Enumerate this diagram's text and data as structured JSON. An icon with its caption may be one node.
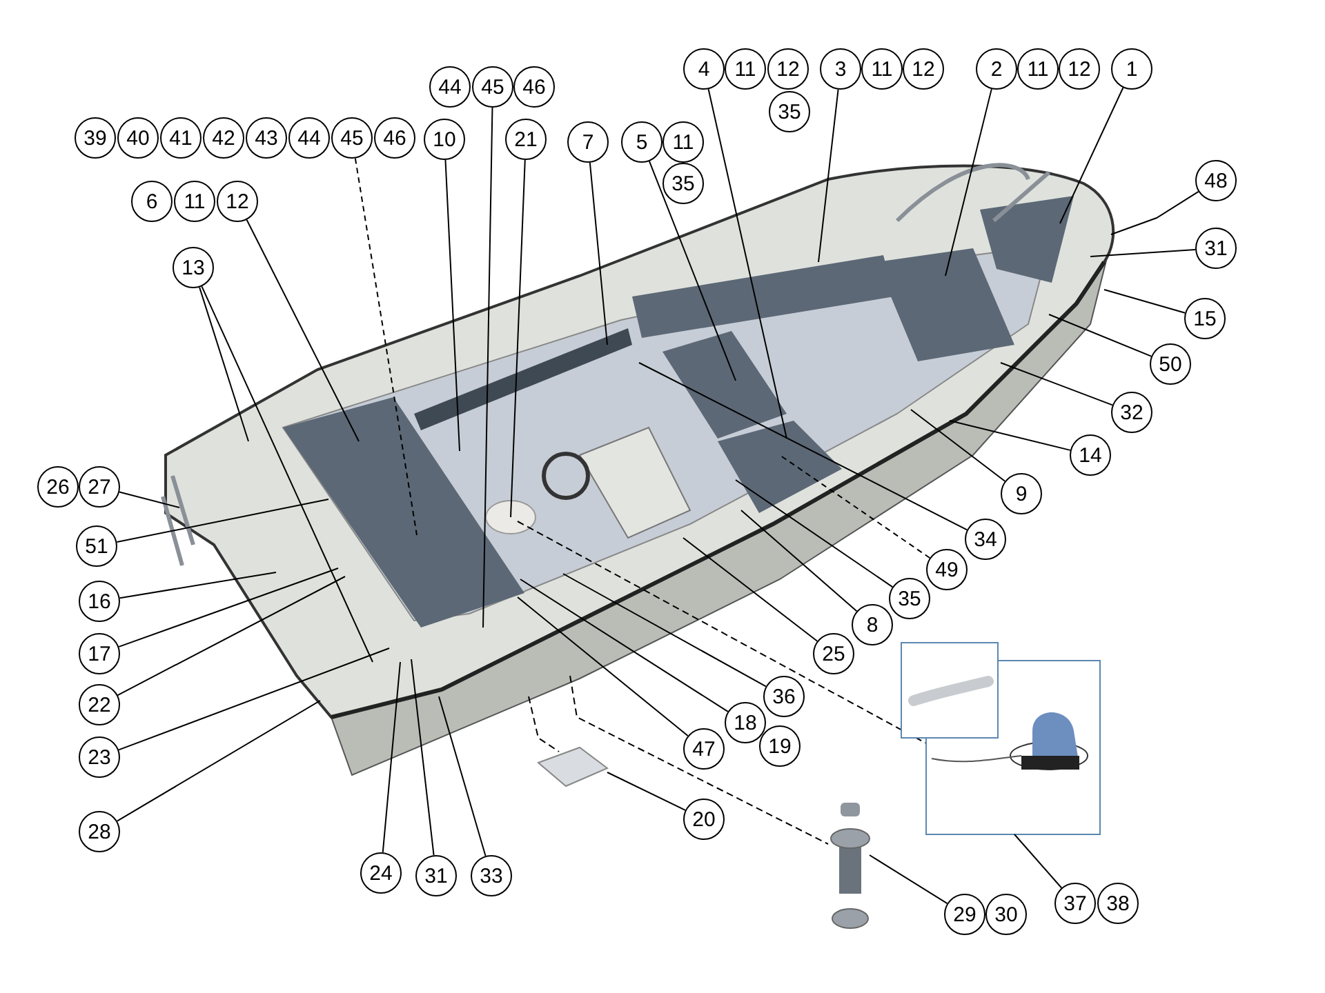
{
  "diagram": {
    "nodes": [
      {
        "text": [
          "4"
        ]
      },
      {
        "text": [
          "11"
        ]
      },
      {
        "text": [
          "12"
        ]
      },
      {
        "text": [
          "3"
        ]
      },
      {
        "text": [
          "11"
        ]
      },
      {
        "text": [
          "12"
        ]
      },
      {
        "text": [
          "2"
        ]
      },
      {
        "text": [
          "11"
        ]
      },
      {
        "text": [
          "12"
        ]
      },
      {
        "text": [
          "1"
        ]
      },
      {
        "text": [
          "44"
        ]
      },
      {
        "text": [
          "45"
        ]
      },
      {
        "text": [
          "46"
        ]
      },
      {
        "text": [
          "35"
        ]
      },
      {
        "text": [
          "39"
        ]
      },
      {
        "text": [
          "40"
        ]
      },
      {
        "text": [
          "41"
        ]
      },
      {
        "text": [
          "42"
        ]
      },
      {
        "text": [
          "43"
        ]
      },
      {
        "text": [
          "44"
        ]
      },
      {
        "text": [
          "45"
        ]
      },
      {
        "text": [
          "46"
        ]
      },
      {
        "text": [
          "10"
        ]
      },
      {
        "text": [
          "21"
        ]
      },
      {
        "text": [
          "7"
        ]
      },
      {
        "text": [
          "5"
        ]
      },
      {
        "text": [
          "11"
        ]
      },
      {
        "text": [
          "35"
        ]
      },
      {
        "text": [
          "48"
        ]
      },
      {
        "text": [
          "6"
        ]
      },
      {
        "text": [
          "11"
        ]
      },
      {
        "text": [
          "12"
        ]
      },
      {
        "text": [
          "31"
        ]
      },
      {
        "text": [
          "13"
        ]
      },
      {
        "text": [
          "15"
        ]
      },
      {
        "text": [
          "50"
        ]
      },
      {
        "text": [
          "32"
        ]
      },
      {
        "text": [
          "14"
        ]
      },
      {
        "text": [
          "26"
        ]
      },
      {
        "text": [
          "27"
        ]
      },
      {
        "text": [
          "9"
        ]
      },
      {
        "text": [
          "34"
        ]
      },
      {
        "text": [
          "51"
        ]
      },
      {
        "text": [
          "49"
        ]
      },
      {
        "text": [
          "35"
        ]
      },
      {
        "text": [
          "16"
        ]
      },
      {
        "text": [
          "8"
        ]
      },
      {
        "text": [
          "17"
        ]
      },
      {
        "text": [
          "25"
        ]
      },
      {
        "text": [
          "36"
        ]
      },
      {
        "text": [
          "22"
        ]
      },
      {
        "text": [
          "18"
        ]
      },
      {
        "text": [
          "19"
        ]
      },
      {
        "text": [
          "47"
        ]
      },
      {
        "text": [
          "23"
        ]
      },
      {
        "text": [
          "20"
        ]
      },
      {
        "text": [
          "28"
        ]
      },
      {
        "text": [
          "24"
        ]
      },
      {
        "text": [
          "31"
        ]
      },
      {
        "text": [
          "33"
        ]
      },
      {
        "text": [
          "37"
        ]
      },
      {
        "text": [
          "38"
        ]
      },
      {
        "text": [
          "29"
        ]
      },
      {
        "text": [
          "30"
        ]
      },
      {
        "text": [],
        "shape": "picture"
      },
      {
        "text": [],
        "shape": "picture"
      },
      {
        "text": [],
        "shape": "picture"
      }
    ],
    "edges": [
      {
        "from": 0,
        "to": null,
        "arrow": "none"
      },
      {
        "from": 3,
        "to": null,
        "arrow": "none"
      },
      {
        "from": 6,
        "to": null,
        "arrow": "none"
      },
      {
        "from": 9,
        "to": null,
        "arrow": "none"
      },
      {
        "from": 11,
        "to": null,
        "arrow": "none"
      },
      {
        "from": 20,
        "to": null,
        "arrow": "none",
        "style": "dashed"
      },
      {
        "from": 22,
        "to": null,
        "arrow": "none"
      },
      {
        "from": 23,
        "to": null,
        "arrow": "none"
      },
      {
        "from": 24,
        "to": null,
        "arrow": "none"
      },
      {
        "from": 25,
        "to": null,
        "arrow": "none"
      },
      {
        "from": 28,
        "to": null,
        "arrow": "none"
      },
      {
        "from": 31,
        "to": null,
        "arrow": "none"
      },
      {
        "from": 32,
        "to": null,
        "arrow": "none"
      },
      {
        "from": 33,
        "to": null,
        "arrow": "none"
      },
      {
        "from": 33,
        "to": null,
        "arrow": "none"
      },
      {
        "from": 34,
        "to": null,
        "arrow": "none"
      },
      {
        "from": 35,
        "to": null,
        "arrow": "none"
      },
      {
        "from": 36,
        "to": null,
        "arrow": "none"
      },
      {
        "from": 37,
        "to": null,
        "arrow": "none"
      },
      {
        "from": 39,
        "to": null,
        "arrow": "none"
      },
      {
        "from": 40,
        "to": null,
        "arrow": "none"
      },
      {
        "from": 41,
        "to": null,
        "arrow": "none"
      },
      {
        "from": 42,
        "to": null,
        "arrow": "none"
      },
      {
        "from": 43,
        "to": null,
        "arrow": "none",
        "style": "dashed"
      },
      {
        "from": 44,
        "to": null,
        "arrow": "none"
      },
      {
        "from": 45,
        "to": null,
        "arrow": "none"
      },
      {
        "from": 46,
        "to": null,
        "arrow": "none"
      },
      {
        "from": 47,
        "to": null,
        "arrow": "none"
      },
      {
        "from": 48,
        "to": null,
        "arrow": "none"
      },
      {
        "from": 49,
        "to": null,
        "arrow": "none"
      },
      {
        "from": 50,
        "to": null,
        "arrow": "none"
      },
      {
        "from": 51,
        "to": null,
        "arrow": "none"
      },
      {
        "from": 53,
        "to": null,
        "arrow": "none"
      },
      {
        "from": 54,
        "to": null,
        "arrow": "none"
      },
      {
        "from": 55,
        "to": 66,
        "arrow": "none"
      },
      {
        "from": 56,
        "to": null,
        "arrow": "none"
      },
      {
        "from": 57,
        "to": null,
        "arrow": "none"
      },
      {
        "from": 58,
        "to": null,
        "arrow": "none"
      },
      {
        "from": 59,
        "to": null,
        "arrow": "none"
      },
      {
        "from": 60,
        "to": 64,
        "arrow": "none"
      },
      {
        "from": 62,
        "to": 65,
        "arrow": "none"
      }
    ]
  }
}
